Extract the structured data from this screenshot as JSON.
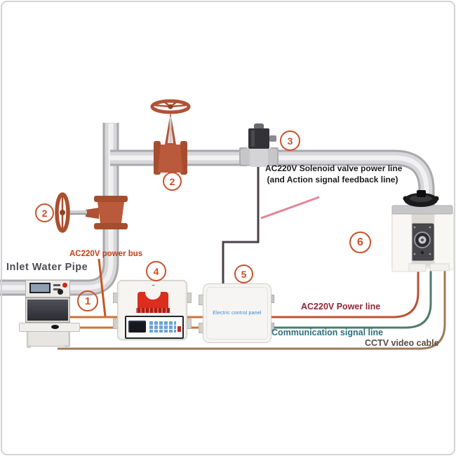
{
  "labels": {
    "inlet_water_pipe": "Inlet Water Pipe",
    "power_bus": "AC220V power bus",
    "solenoid_power_line_1": "AC220V Solenoid valve power line",
    "solenoid_power_line_2": "(and Action signal feedback line)",
    "ac_power_line": "AC220V Power line",
    "communication_line": "Communication signal line",
    "cctv_cable": "CCTV video cable",
    "electric_control_panel": "Electric control panel"
  },
  "markers": [
    {
      "id": "monitoring-console",
      "number": "1"
    },
    {
      "id": "gate-valve-left",
      "number": "2"
    },
    {
      "id": "gate-valve-top",
      "number": "2"
    },
    {
      "id": "solenoid-valve",
      "number": "3"
    },
    {
      "id": "alarm-control-box",
      "number": "4"
    },
    {
      "id": "electric-control-panel",
      "number": "5"
    },
    {
      "id": "camera-enclosure",
      "number": "6"
    }
  ],
  "colors": {
    "pipe": "#d8d8da",
    "valve_body": "#b85a3b",
    "power_bus_line": "#c8743c",
    "ac_power_line": "#bf5036",
    "communication_line": "#4e7d6b",
    "cctv_cable": "#9c7a58",
    "solenoid_wire": "#4a4048",
    "leader_pink": "#e08898",
    "marker_ring": "#c9512d",
    "power_line_label": "#8e2438",
    "comm_label": "#2e6f80",
    "cctv_label": "#5a4a40",
    "bus_label": "#c43d12",
    "inlet_label": "#4c4c58",
    "panel_label": "#3b82d8"
  }
}
